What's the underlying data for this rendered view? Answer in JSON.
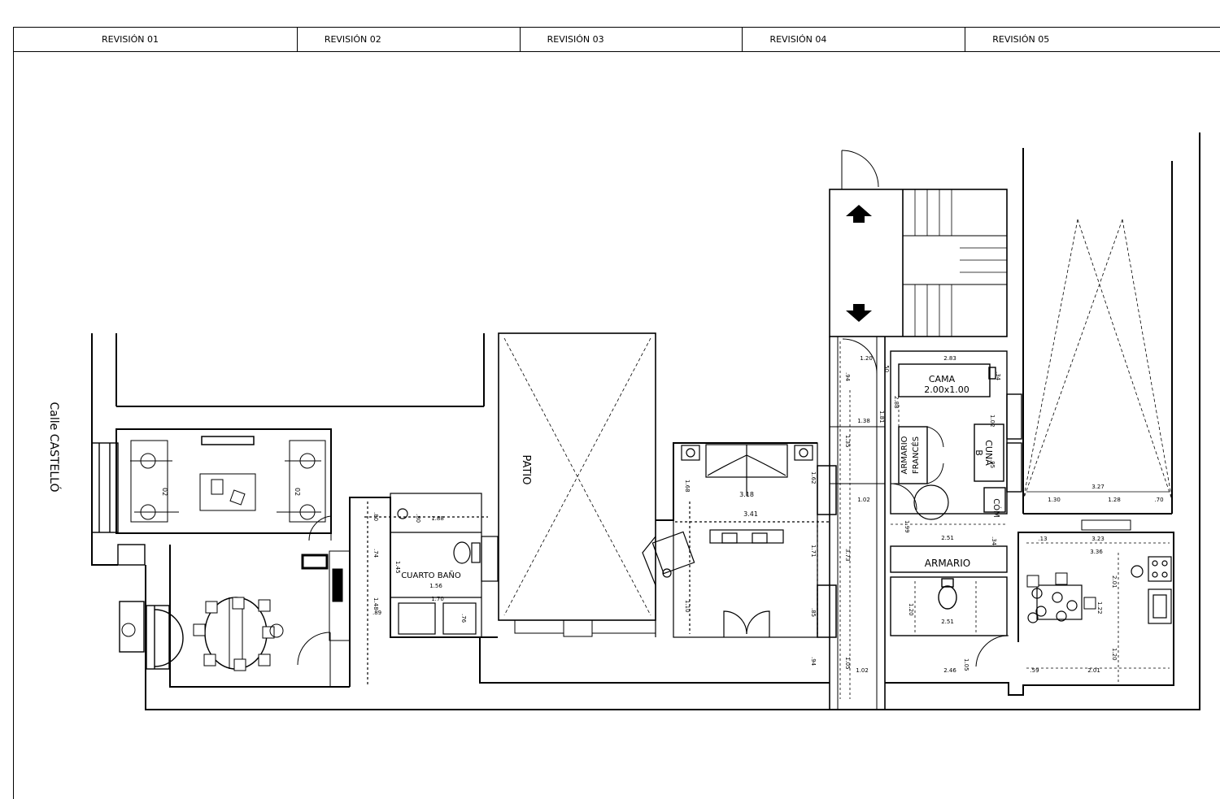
{
  "revisions": [
    "REVISIÓN 01",
    "REVISIÓN 02",
    "REVISIÓN 03",
    "REVISIÓN 04",
    "REVISIÓN 05"
  ],
  "street": "Calle CASTELLÓ",
  "rooms": {
    "patio": "PATIO",
    "bathroom": "CUARTO BAÑO",
    "bed": "CAMA",
    "bed_size": "2.00x1.00",
    "wardrobe_french_1": "ARMARIO",
    "wardrobe_french_2": "FRANCÉS",
    "crib_1": "CUNA",
    "crib_2": "B",
    "dresser": "CÓM",
    "wardrobe": "ARMARIO"
  },
  "dims": {
    "d120a": "1.20",
    "d283": "2.83",
    "d50": ".50",
    "d94": ".94",
    "d138": "1.38",
    "d181": "1.81",
    "d135": "1.35",
    "d288": "2.88",
    "d102a": "1.02",
    "d95": ".95",
    "d327": "3.27",
    "d130": "1.30",
    "d128": "1.28",
    "d70": ".70",
    "d102b": "1.02",
    "d373": "3.73",
    "d199": "1.99",
    "d251a": "2.51",
    "d34": ".34",
    "d13": ".13",
    "d323": "3.23",
    "d336": "3.36",
    "d201a": "2.01",
    "d122": "1.22",
    "d120b": "1.20",
    "d201b": "2.01",
    "d59": ".59",
    "d246": "2.46",
    "d105a": "1.05",
    "d105b": "1.05",
    "d102c": "1.02",
    "d120c": "1.20",
    "d251b": "2.51",
    "d94b": ".94",
    "d318": "3.18",
    "d341": "3.41",
    "d168": "1.68",
    "d162": "1.62",
    "d171": "1.71",
    "d110": "1.10",
    "d85": ".85",
    "d80": ".80",
    "d80b": ".80",
    "d188": "1.88",
    "d145": "1.45",
    "d156": "1.56",
    "d170": "1.70",
    "d76": ".76",
    "d148": "1.48",
    "d74": ".74",
    "d89": ".89",
    "d02": "02"
  }
}
